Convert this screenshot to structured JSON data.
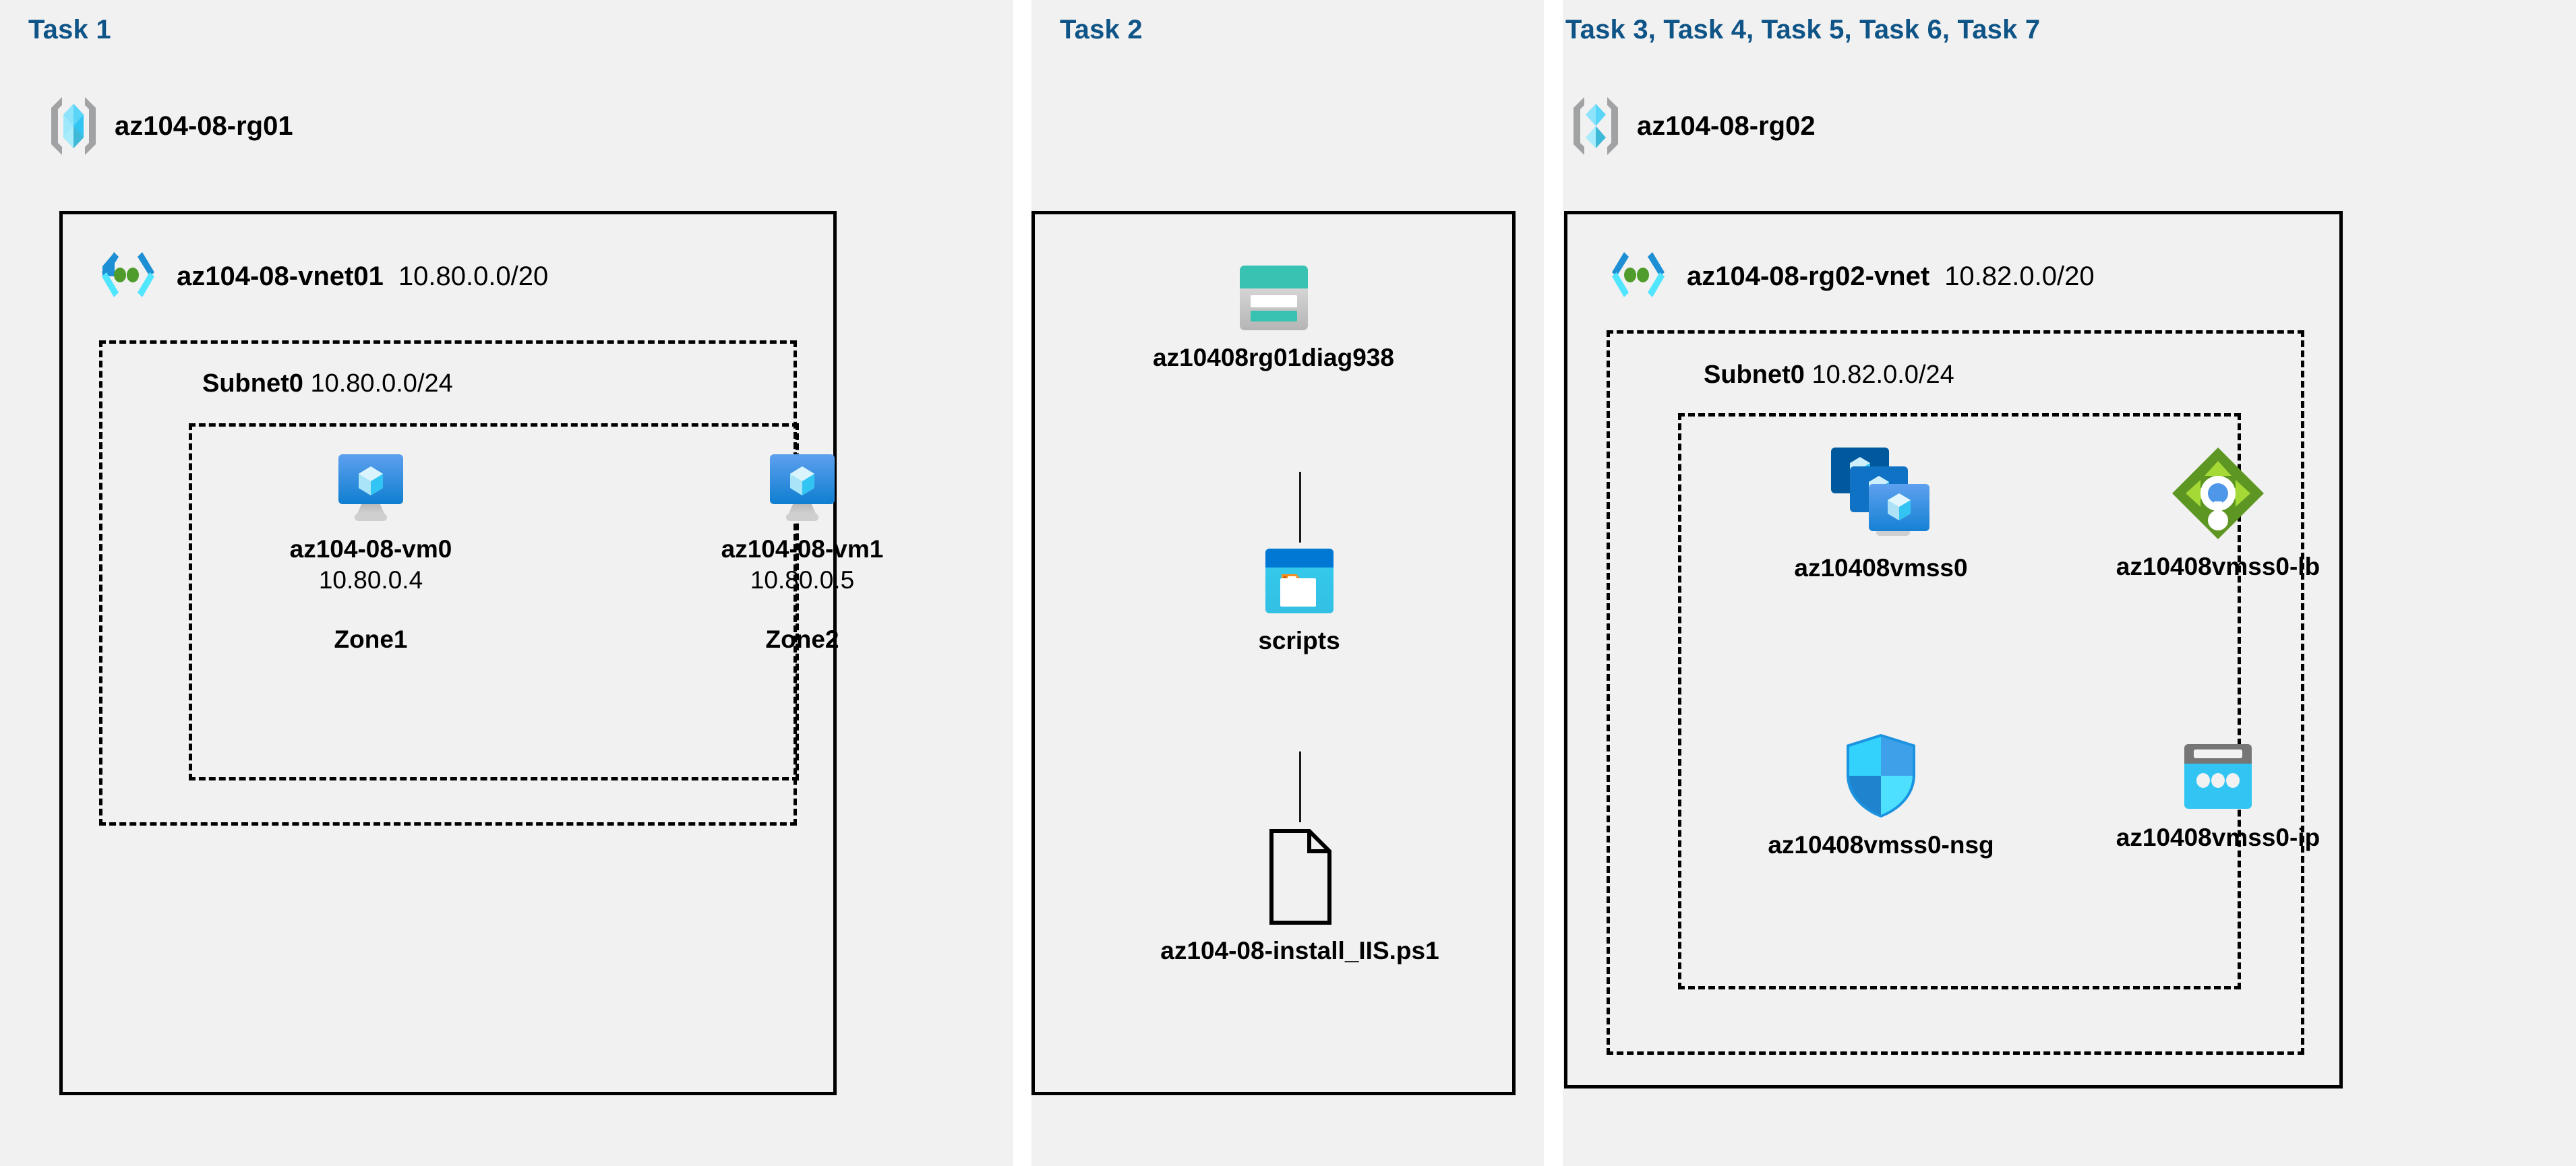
{
  "colors": {
    "panel_bg": "#f1f1f1",
    "page_bg": "#ffffff",
    "task_title": "#0f5487",
    "border": "#000000",
    "azure_blue": "#0078d4",
    "azure_cyan": "#50e6ff",
    "storage_teal": "#37c2b1",
    "storage_teal_dark": "#198579",
    "lb_green": "#5e9624",
    "lb_green_light": "#a4d936",
    "container_orange": "#f78d1e"
  },
  "panels": [
    {
      "id": "panel-1",
      "task_title": "Task 1",
      "resource_group": {
        "icon": "resource-group-icon",
        "name": "az104-08-rg01"
      },
      "vnet": {
        "icon": "virtual-network-icon",
        "name": "az104-08-vnet01",
        "cidr": "10.80.0.0/20"
      },
      "subnet": {
        "label": "Subnet0",
        "cidr": "10.80.0.0/24"
      },
      "nodes": [
        {
          "icon": "virtual-machine-icon",
          "name": "az104-08-vm0",
          "ip": "10.80.0.4",
          "zone": "Zone1"
        },
        {
          "icon": "virtual-machine-icon",
          "name": "az104-08-vm1",
          "ip": "10.80.0.5",
          "zone": "Zone2"
        }
      ]
    },
    {
      "id": "panel-2",
      "task_title": "Task 2",
      "nodes": [
        {
          "icon": "storage-account-icon",
          "name": "az10408rg01diag938"
        },
        {
          "icon": "blob-container-icon",
          "name": "scripts"
        },
        {
          "icon": "file-document-icon",
          "name": "az104-08-install_IIS.ps1"
        }
      ]
    },
    {
      "id": "panel-3",
      "task_title": "Task 3, Task 4, Task 5, Task 6, Task 7",
      "resource_group": {
        "icon": "resource-group-icon",
        "name": "az104-08-rg02"
      },
      "vnet": {
        "icon": "virtual-network-icon",
        "name": "az104-08-rg02-vnet",
        "cidr": "10.82.0.0/20"
      },
      "subnet": {
        "label": "Subnet0",
        "cidr": "10.82.0.0/24"
      },
      "nodes": [
        {
          "icon": "vm-scale-set-icon",
          "name": "az10408vmss0"
        },
        {
          "icon": "load-balancer-icon",
          "name": "az10408vmss0-lb"
        },
        {
          "icon": "network-security-group-icon",
          "name": "az10408vmss0-nsg"
        },
        {
          "icon": "public-ip-address-icon",
          "name": "az10408vmss0-ip"
        }
      ]
    }
  ]
}
